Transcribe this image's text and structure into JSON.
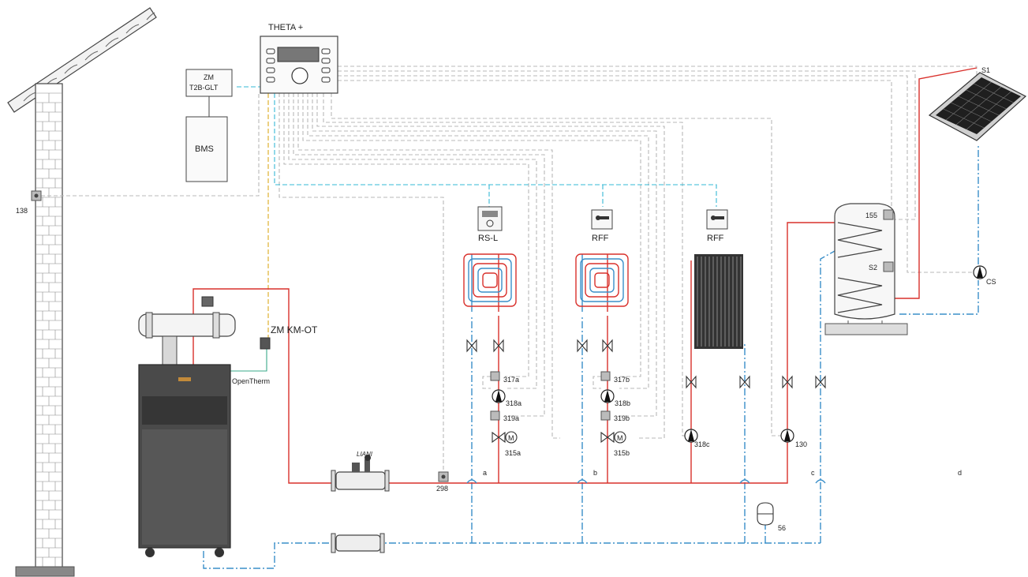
{
  "controller": {
    "name": "THETA +"
  },
  "modules": {
    "zm_glt_line1": "ZM",
    "zm_glt_line2": "T2B-GLT",
    "bms": "BMS",
    "zm_km_ot": "ZM KM-OT",
    "opentherm": "OpenTherm"
  },
  "sensors": {
    "outdoor": "138",
    "flow_298": "298",
    "storage_155": "155",
    "storage_s2": "S2",
    "collector_s1": "S1",
    "s317a": "317a",
    "s319a": "319a",
    "s317b": "317b",
    "s319b": "319b"
  },
  "pumps": {
    "p318a": "318a",
    "p318b": "318b",
    "p318c": "318c",
    "p130": "130",
    "cs": "CS"
  },
  "mixers": {
    "m315a": "315a",
    "m315b": "315b",
    "motor_symbol": "M"
  },
  "room_units": {
    "rs_l": "RS-L",
    "rff_b": "RFF",
    "rff_c": "RFF"
  },
  "separator": {
    "label": "LIANI"
  },
  "expansion_vessel": {
    "label": "56"
  },
  "circuits": {
    "a": "a",
    "b": "b",
    "c": "c",
    "d": "d"
  },
  "colors": {
    "flow": "#d9302b",
    "return": "#3a8fc9",
    "signal": "#b8b8b8",
    "bus": "#35b8d4",
    "opentherm": "#e0b030",
    "device": "#555555",
    "boiler": "#4a4a4a"
  }
}
